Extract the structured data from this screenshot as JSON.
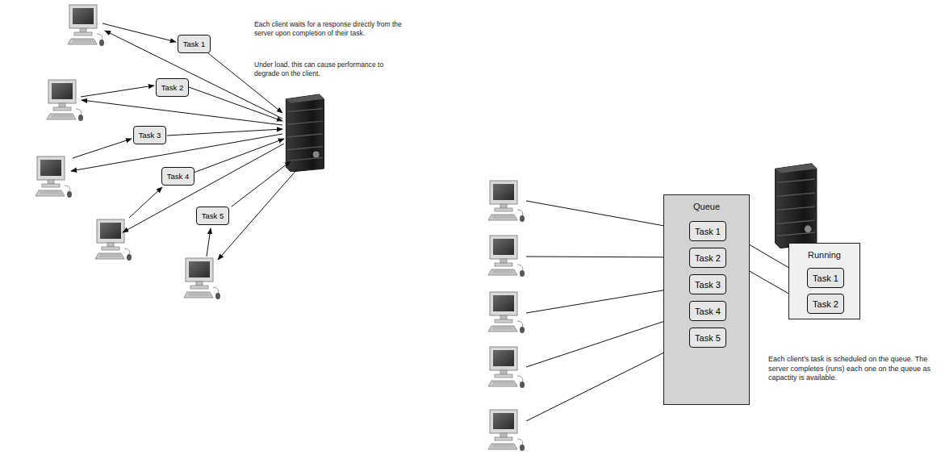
{
  "diagram": {
    "nodes": [
      {
        "text": [
          "Task 1"
        ]
      },
      {
        "text": [
          "Task 2"
        ]
      },
      {
        "text": [
          "Task 3"
        ]
      },
      {
        "text": [
          "Task 4"
        ]
      },
      {
        "text": [
          "Task 5"
        ]
      },
      {
        "text": [
          "Queue"
        ]
      },
      {
        "text": [
          "Task 1"
        ],
        "in": 5
      },
      {
        "text": [
          "Task 2"
        ],
        "in": 5
      },
      {
        "text": [
          "Task 3"
        ],
        "in": 5
      },
      {
        "text": [
          "Task 4"
        ],
        "in": 5
      },
      {
        "text": [
          "Task 5"
        ],
        "in": 5
      },
      {
        "text": [
          "Running"
        ]
      },
      {
        "text": [
          "Task 1"
        ],
        "in": 11
      },
      {
        "text": [
          "Task 2"
        ],
        "in": 11
      }
    ],
    "edges": [
      {
        "from": 6,
        "to": 12,
        "arrow": "to"
      },
      {
        "from": 7,
        "to": 13,
        "arrow": "to"
      }
    ],
    "labels": [
      "Each client waits for a response directly from the server upon completion of their task.",
      "Under load, this can cause performance to degrade on the client.",
      "Each client's task is scheduled on the queue. The server completes (runs) each one on the queue as capactity is available."
    ]
  }
}
